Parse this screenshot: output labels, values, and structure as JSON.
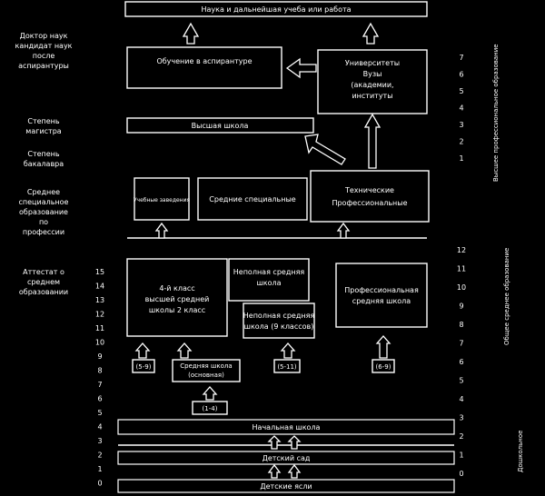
{
  "boxes": {
    "top_bar": "Наука и дальнейшая учеба или работа",
    "postgrad": "Обучение в аспирантуре",
    "universities": [
      "Университеты",
      "Вузы",
      "(академии,",
      "институты"
    ],
    "first_level": "Высшая школа",
    "school": "Учебные заведения",
    "middle": "Средние специальные",
    "tech_school": "Технические",
    "tech_cert": "Профессиональные",
    "high_school": [
      "4-й класс",
      "высшей средней",
      "школы 2 класс"
    ],
    "inter": [
      "Неполная средняя",
      "школа"
    ],
    "incomplete": [
      "Неполная средняя",
      "школа (9 классов)"
    ],
    "voc": [
      "Профессиональная",
      "средняя школа"
    ],
    "srednyaya": [
      "Средняя школа",
      "(основная)"
    ],
    "bracket_1": "(5-9)",
    "bracket_2": "(5-11)",
    "bracket_3": "(6-9)",
    "bracket_4": "(1-4)",
    "elementary": "Начальная школа",
    "preschool": "Детский сад",
    "kindergarten": "Детские ясли"
  },
  "left_labels": {
    "l1": [
      "Доктор наук",
      "кандидат наук",
      "после",
      "аспирантуры"
    ],
    "l2": [
      "Степень",
      "магистра"
    ],
    "l3": [
      "Степень",
      "бакалавра"
    ],
    "l4": [
      "Среднее",
      "специальное",
      "образование",
      "по",
      "профессии"
    ],
    "l5": [
      "Аттестат о",
      "среднем",
      "образовании"
    ]
  },
  "left_numbers": [
    "15",
    "14",
    "13",
    "12",
    "11",
    "10",
    "9",
    "8",
    "7",
    "6",
    "5",
    "4",
    "3",
    "2",
    "1",
    "0"
  ],
  "right_numbers": [
    "7",
    "6",
    "5",
    "4",
    "3",
    "2",
    "1",
    "12",
    "11",
    "10",
    "9",
    "8",
    "7",
    "6",
    "5",
    "4",
    "3",
    "2",
    "1",
    "0"
  ],
  "right_vertical": {
    "v1": "Высшее профессиональное образование",
    "v2": "Общее среднее образование",
    "v3": "Дошкольное"
  }
}
